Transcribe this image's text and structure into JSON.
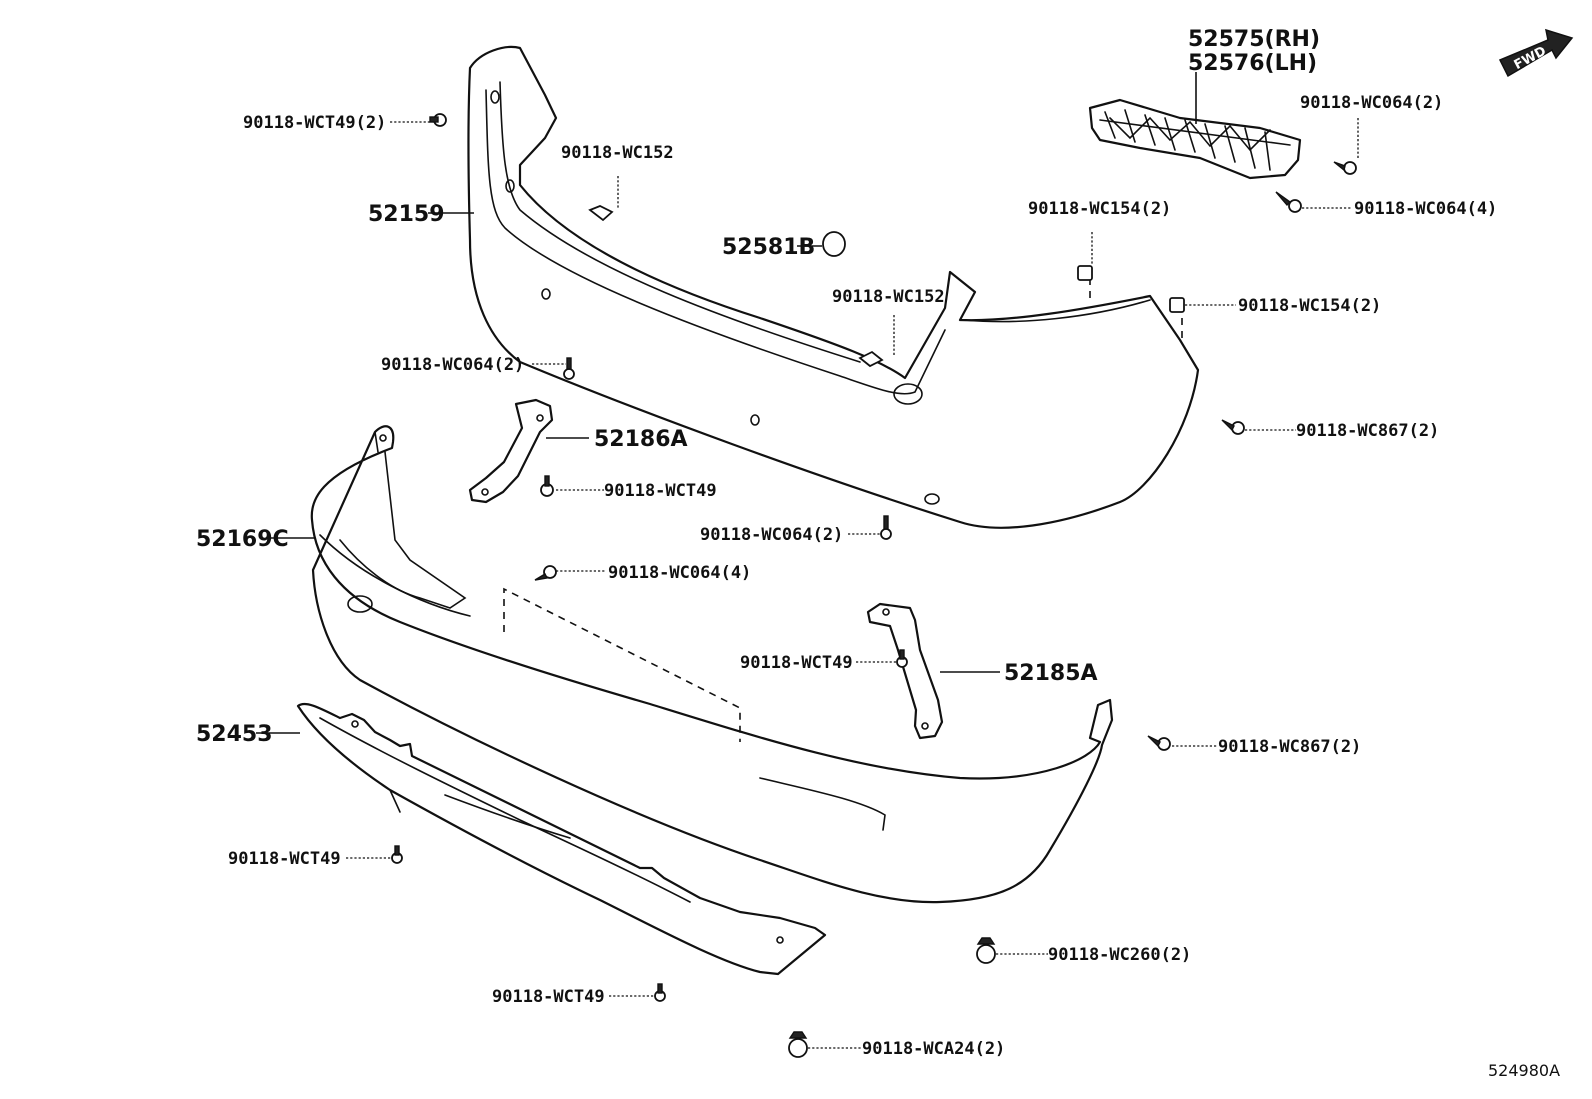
{
  "parts": {
    "p52159": "52159",
    "p52581B": "52581B",
    "p52186A": "52186A",
    "p52169C": "52169C",
    "p52185A": "52185A",
    "p52453": "52453",
    "p52575": "52575(RH)",
    "p52576": "52576(LH)"
  },
  "fasteners": {
    "wct49_2_top": "90118-WCT49(2)",
    "wc152_top": "90118-WC152",
    "wc152_mid": "90118-WC152",
    "wc064_2_left": "90118-WC064(2)",
    "wct49_mid": "90118-WCT49",
    "wc064_2_center": "90118-WC064(2)",
    "wc064_4_center": "90118-WC064(4)",
    "wct49_right": "90118-WCT49",
    "wct49_low1": "90118-WCT49",
    "wct49_low2": "90118-WCT49",
    "wca24_2": "90118-WCA24(2)",
    "wc260_2": "90118-WC260(2)",
    "wc867_2_low": "90118-WC867(2)",
    "wc867_2_high": "90118-WC867(2)",
    "wc154_2_a": "90118-WC154(2)",
    "wc154_2_b": "90118-WC154(2)",
    "wc064_2_tr": "90118-WC064(2)",
    "wc064_4_tr": "90118-WC064(4)"
  },
  "fwd_label": "FWD",
  "diagram_ref": "524980A"
}
